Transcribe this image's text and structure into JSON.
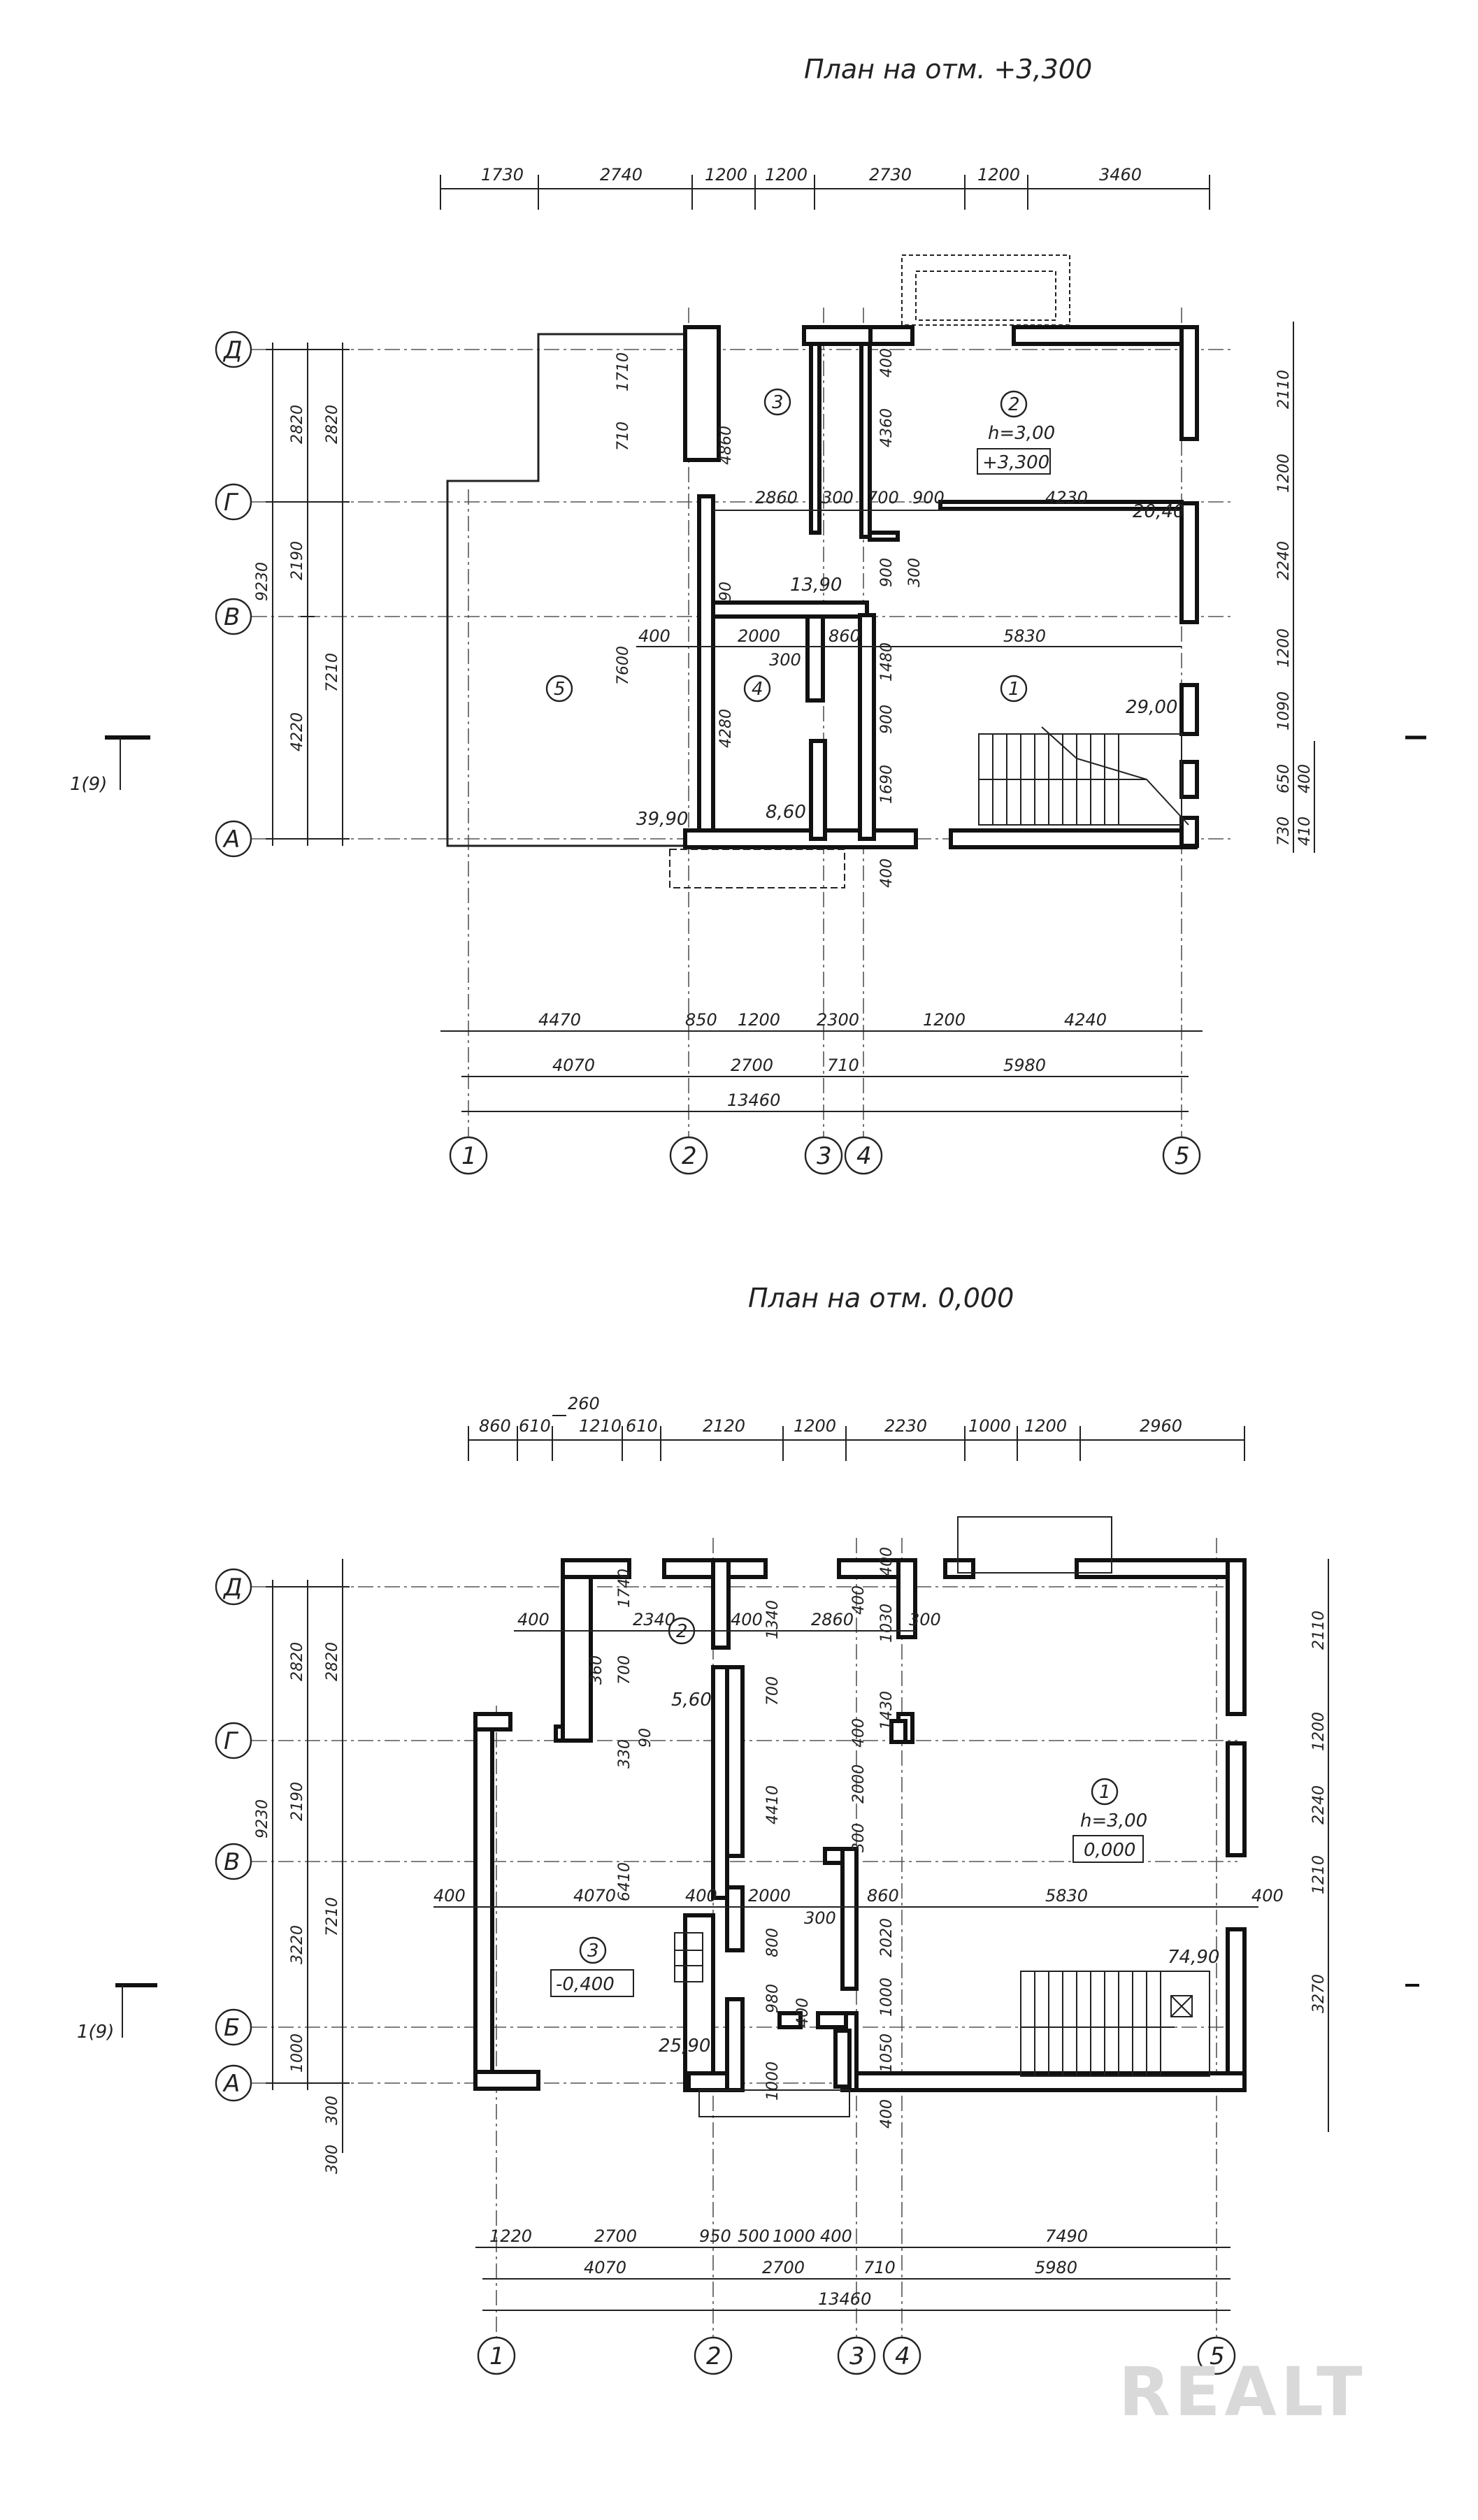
{
  "plans": {
    "upper": {
      "title": "План на отм. +3,300",
      "top_dims": [
        "1730",
        "2740",
        "1200",
        "1200",
        "2730",
        "1200",
        "3460"
      ],
      "bottom_dims_row1": [
        "4470",
        "850",
        "1200",
        "2300",
        "1200",
        "4240"
      ],
      "bottom_dims_row2": [
        "4070",
        "2700",
        "710",
        "5980"
      ],
      "total_width": "13460",
      "axes_letters": [
        "Д",
        "Г",
        "В",
        "А"
      ],
      "axes_numbers": [
        "1",
        "2",
        "3",
        "4",
        "5"
      ],
      "left_dims_outer": [
        "9230"
      ],
      "left_dims_mid": [
        "2820",
        "2190",
        "4220"
      ],
      "left_dims_inner": [
        "2820",
        "7210"
      ],
      "right_dims": [
        "2110",
        "1200",
        "2240",
        "1200",
        "1090",
        "650",
        "400",
        "730",
        "410"
      ],
      "interior_dims": [
        "2860",
        "300",
        "700",
        "900",
        "4230",
        "400",
        "2000",
        "300",
        "860",
        "5830",
        "4860",
        "4280",
        "7600",
        "1710",
        "710",
        "90",
        "4360",
        "900",
        "1480",
        "900",
        "1690",
        "400",
        "300",
        "400"
      ],
      "rooms": [
        {
          "number": "1",
          "area": "29,00"
        },
        {
          "number": "2",
          "area": "20,40",
          "height": "h=3,00",
          "level": "+3,300"
        },
        {
          "number": "3",
          "area": "13,90"
        },
        {
          "number": "4",
          "area": "8,60"
        },
        {
          "number": "5",
          "area": "39,90"
        }
      ],
      "section_mark": "1(9)"
    },
    "lower": {
      "title": "План на отм. 0,000",
      "top_dims": [
        "260",
        "860",
        "610",
        "1210",
        "610",
        "2120",
        "1200",
        "2230",
        "1000",
        "1200",
        "2960"
      ],
      "bottom_dims_row1": [
        "1220",
        "2700",
        "950",
        "500",
        "1000",
        "400",
        "7490"
      ],
      "bottom_dims_row2": [
        "4070",
        "2700",
        "710",
        "5980"
      ],
      "total_width": "13460",
      "axes_letters": [
        "Д",
        "Г",
        "В",
        "Б",
        "А"
      ],
      "axes_numbers": [
        "1",
        "2",
        "3",
        "4",
        "5"
      ],
      "left_dims_outer": [
        "9230"
      ],
      "left_dims_mid": [
        "2820",
        "2190",
        "3220",
        "1000"
      ],
      "left_dims_inner": [
        "2820",
        "7210"
      ],
      "left_small": [
        "300",
        "300"
      ],
      "right_dims": [
        "2110",
        "1200",
        "2240",
        "1210",
        "3270"
      ],
      "interior_dims": [
        "400",
        "2340",
        "400",
        "1340",
        "2860",
        "1030",
        "300",
        "400",
        "1740",
        "360",
        "700",
        "700",
        "1430",
        "400",
        "330",
        "90",
        "4410",
        "2000",
        "300",
        "6410",
        "400",
        "4070",
        "400",
        "2000",
        "300",
        "860",
        "5830",
        "400",
        "800",
        "2020",
        "980",
        "400",
        "1000",
        "1050",
        "1000",
        "400",
        "400"
      ],
      "rooms": [
        {
          "number": "1",
          "area": "74,90",
          "height": "h=3,00",
          "level": "0,000"
        },
        {
          "number": "2",
          "area": "5,60"
        },
        {
          "number": "3",
          "area": "25,90",
          "level": "-0,400"
        }
      ],
      "section_mark": "1(9)"
    }
  },
  "watermark": "REALT"
}
